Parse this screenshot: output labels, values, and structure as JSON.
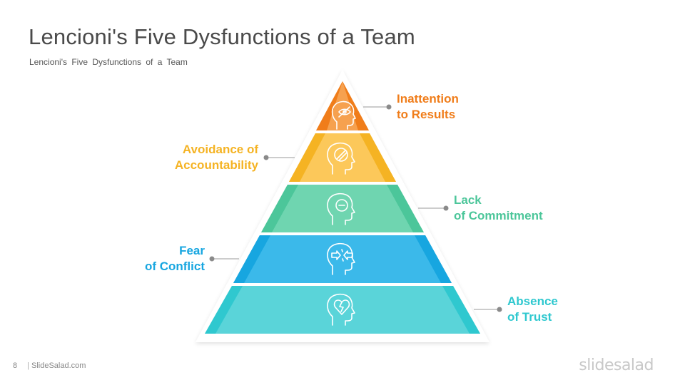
{
  "slide": {
    "title": "Lencioni's Five Dysfunctions of a Team",
    "subtitle": "Lencioni's  Five Dysfunctions  of a Team",
    "page_number": "8",
    "separator": "|",
    "site": "SlideSalad.com",
    "brand": "slidesalad"
  },
  "levels": [
    {
      "line1": "Inattention",
      "line2": "to Results",
      "color": "#f07d1a",
      "icon": "head-eye-slash-icon"
    },
    {
      "line1": "Avoidance of",
      "line2": "Accountability",
      "color": "#f5b323",
      "icon": "head-prohibited-icon"
    },
    {
      "line1": "Lack",
      "line2": "of Commitment",
      "color": "#4cc69a",
      "icon": "head-minus-icon"
    },
    {
      "line1": "Fear",
      "line2": "of Conflict",
      "color": "#17a6e0",
      "icon": "head-arrows-icon"
    },
    {
      "line1": "Absence",
      "line2": "of Trust",
      "color": "#2fc8cf",
      "icon": "head-broken-heart-icon"
    }
  ]
}
